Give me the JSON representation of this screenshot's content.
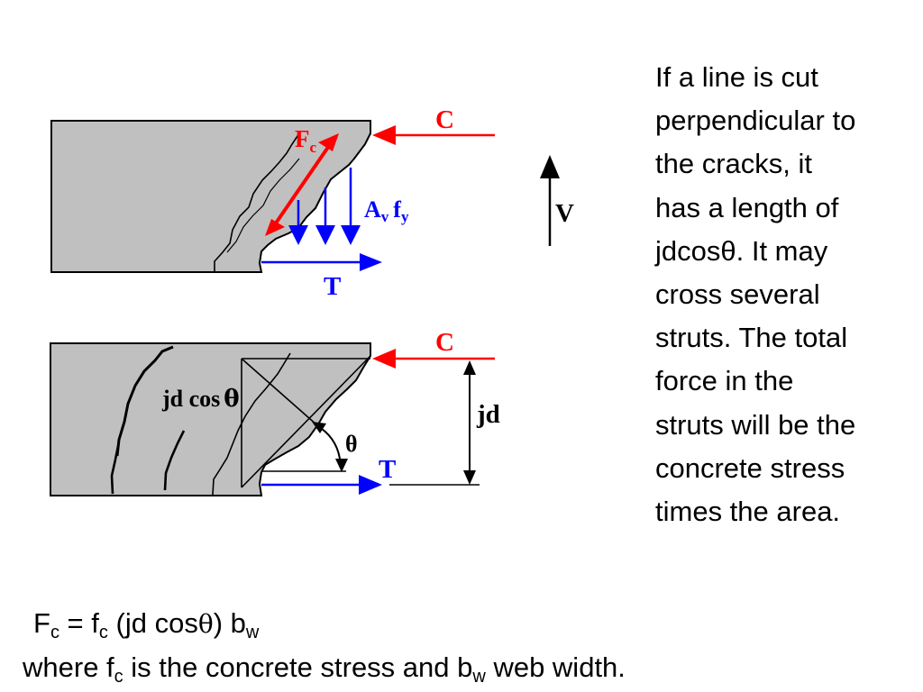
{
  "diagram": {
    "top": {
      "label_c": "C",
      "label_fc_main": "F",
      "label_fc_sub": "c",
      "label_av_main": "A",
      "label_av_sub": "v",
      "label_fy_main": "f",
      "label_fy_sub": "y",
      "label_t": "T",
      "label_v": "V"
    },
    "bottom": {
      "label_c": "C",
      "label_jdcos": "jd cos",
      "label_theta_inline": "θ",
      "label_theta": "θ",
      "label_t": "T",
      "label_jd": "jd"
    },
    "colors": {
      "concrete": "#c0c0c0",
      "compression": "#ff0000",
      "tension": "#0000ff",
      "ink": "#000000"
    }
  },
  "paragraph": {
    "lines": [
      "If a line is cut",
      "perpendicular to",
      "the cracks, it",
      "has a length of",
      "jdcosθ.  It may",
      "cross several",
      "struts.  The total",
      "force in the",
      "struts will be the",
      "concrete stress",
      "times the area."
    ]
  },
  "equation1": {
    "f_main": "F",
    "f_sub": "c",
    "eq": " = ",
    "fc_main": "f",
    "fc_sub": "c",
    "paren_open": " (jd cos",
    "theta": "θ",
    "paren_close": ") b",
    "bw_sub": "w"
  },
  "equation2": {
    "pre": "where f",
    "fc_sub": "c",
    "mid": " is the concrete stress and b",
    "bw_sub": "w",
    "post": " web width."
  }
}
